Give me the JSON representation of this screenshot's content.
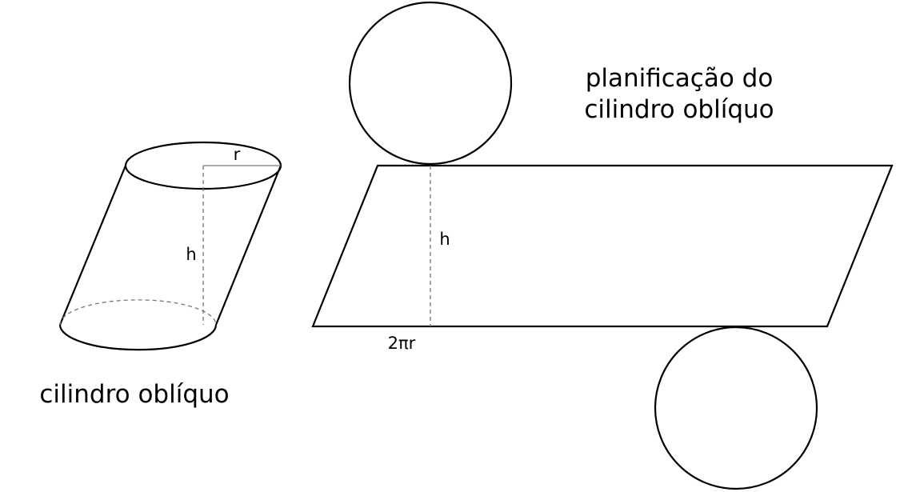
{
  "oblique_cylinder": {
    "caption": "cilindro oblíquo",
    "radius_label": "r",
    "height_label": "h"
  },
  "net": {
    "title_line1": "planificação do",
    "title_line2": "cilindro oblíquo",
    "height_label": "h",
    "base_label": "2πr"
  }
}
